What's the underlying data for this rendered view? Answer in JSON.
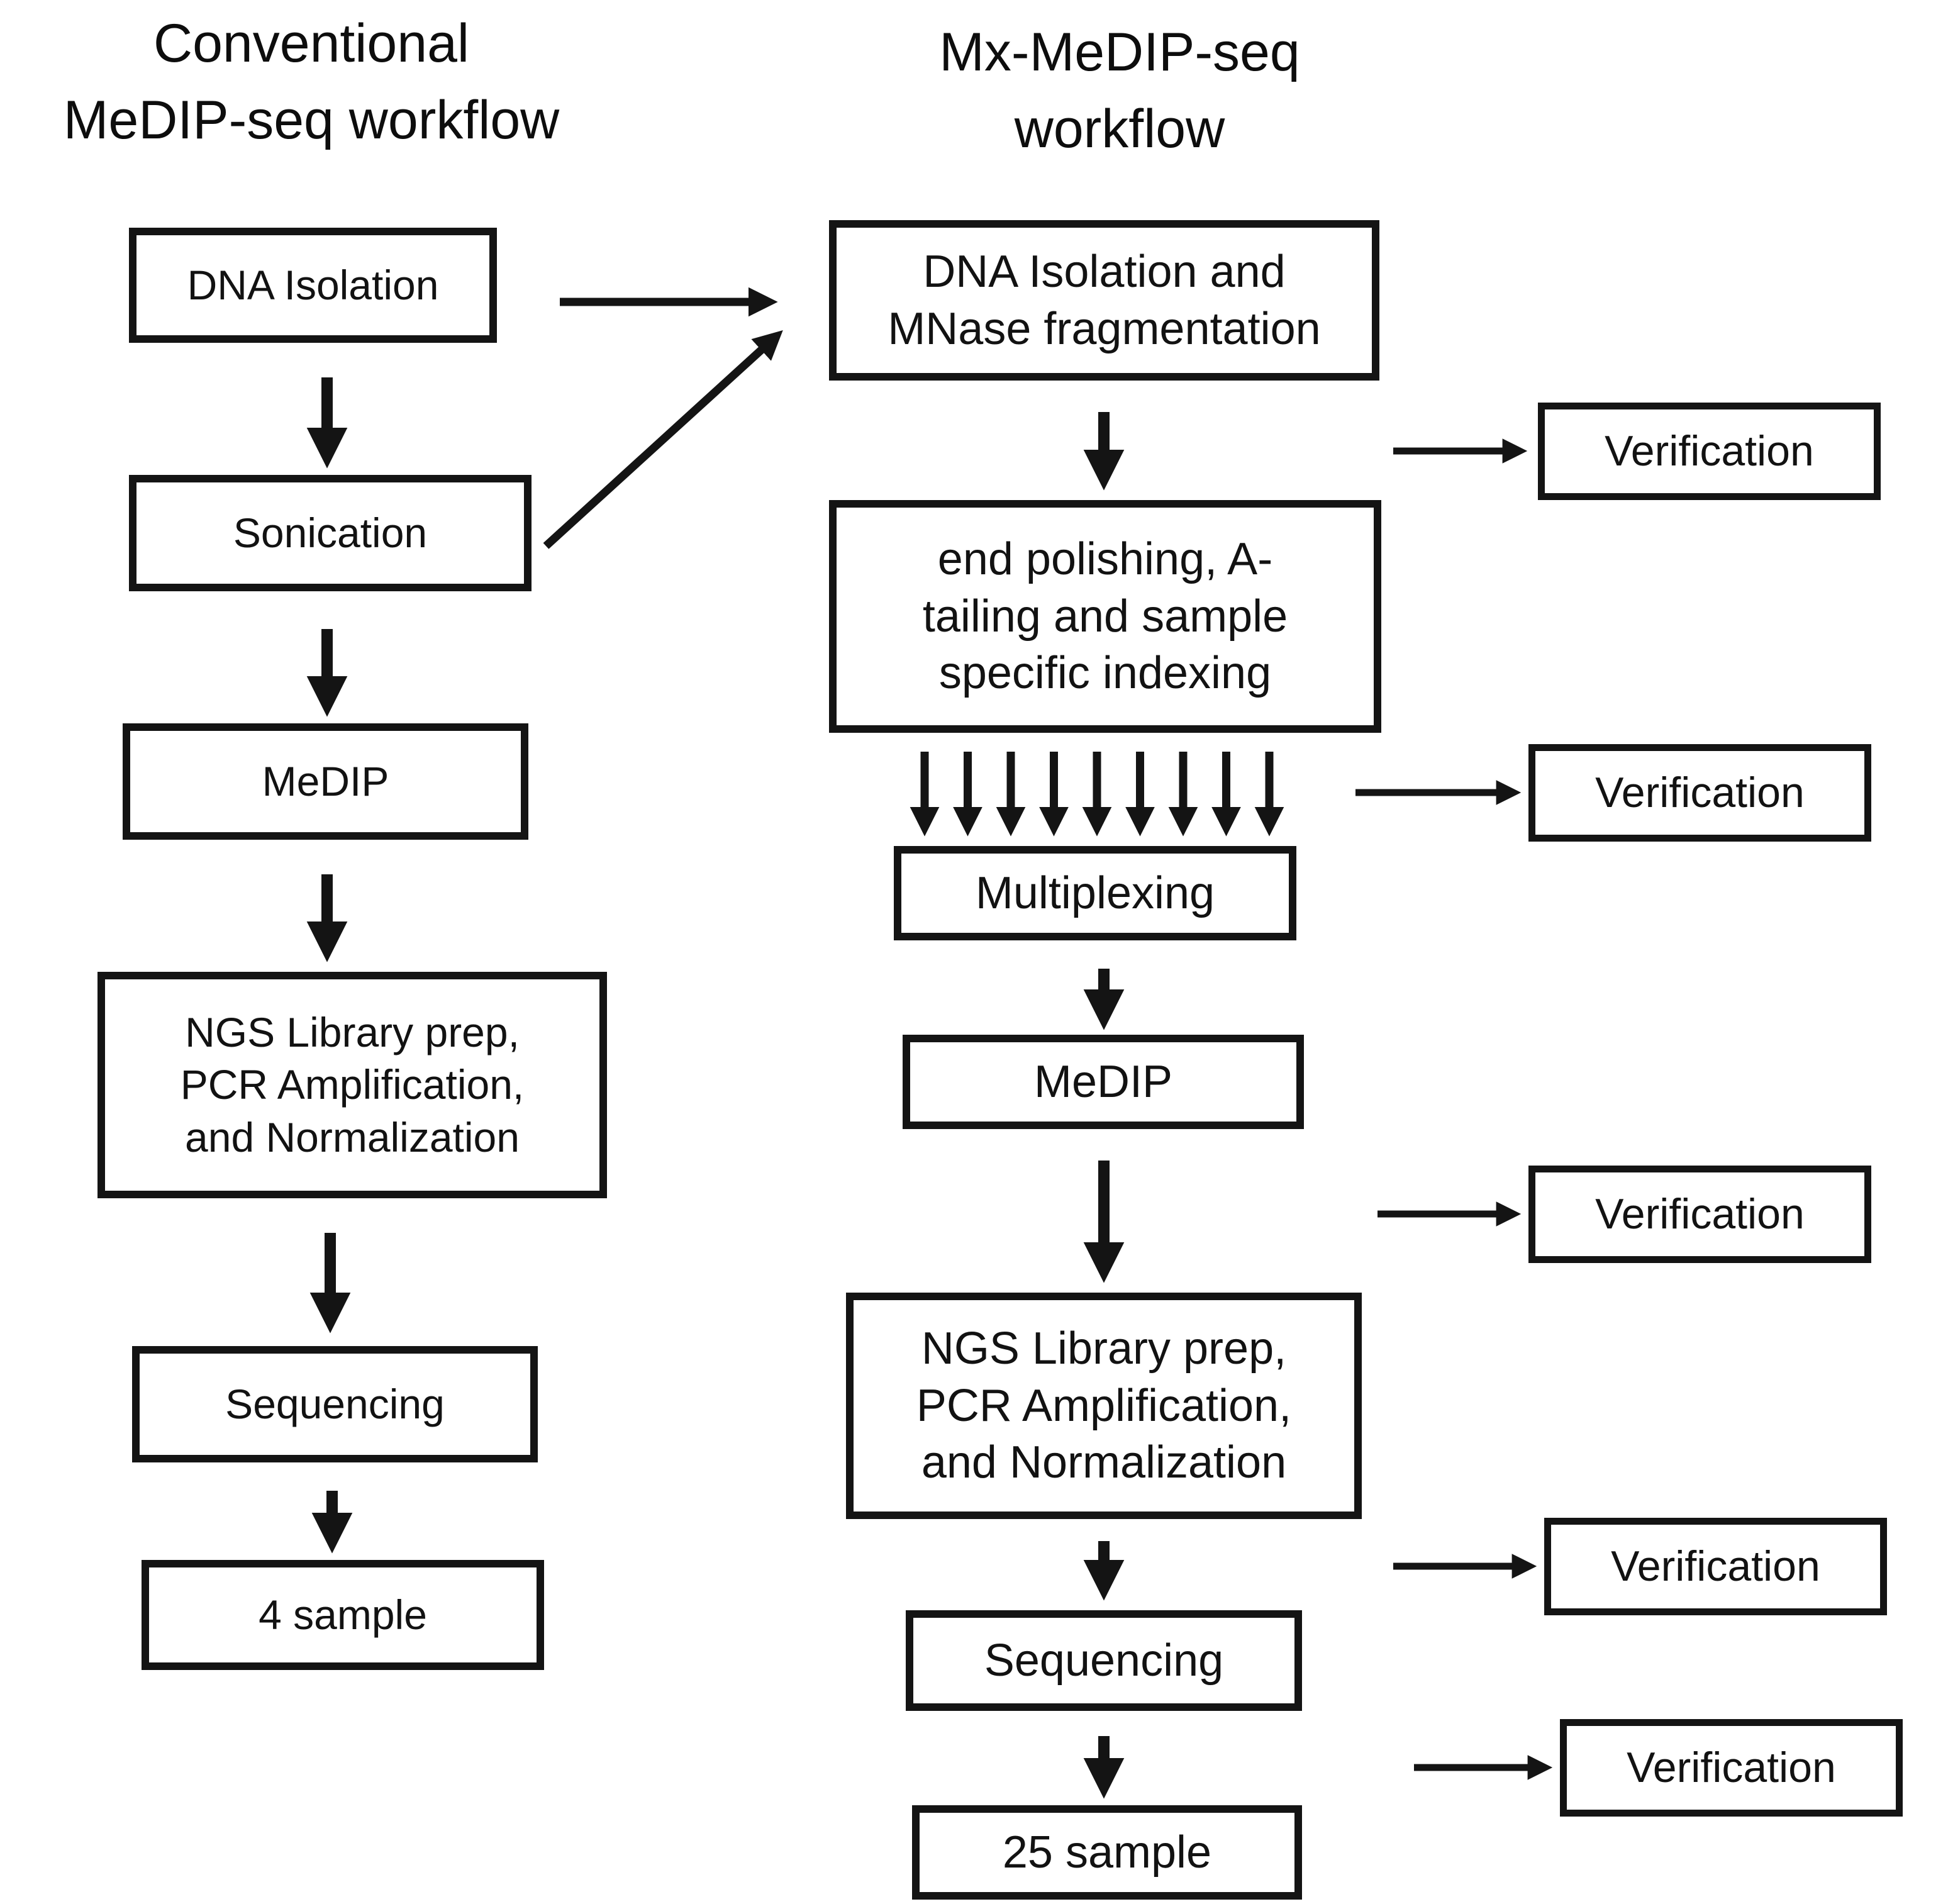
{
  "diagram_title": "MeDIP-seq workflow comparison flowchart",
  "left_column": {
    "title": "Conventional\nMeDIP-seq workflow",
    "boxes": [
      {
        "label": "DNA Isolation"
      },
      {
        "label": "Sonication"
      },
      {
        "label": "MeDIP"
      },
      {
        "label": "NGS Library prep,\nPCR Amplification,\nand Normalization"
      },
      {
        "label": "Sequencing"
      },
      {
        "label": "4 sample"
      }
    ]
  },
  "right_column": {
    "title": "Mx-MeDIP-seq\nworkflow",
    "multiplex_arrow_count": 9,
    "boxes": [
      {
        "label": "DNA Isolation and\nMNase fragmentation"
      },
      {
        "label": "end polishing, A-\ntailing and sample\nspecific indexing"
      },
      {
        "label": "Multiplexing"
      },
      {
        "label": "MeDIP"
      },
      {
        "label": "NGS Library prep,\nPCR Amplification,\nand Normalization"
      },
      {
        "label": "Sequencing"
      },
      {
        "label": "25 sample"
      }
    ]
  },
  "verification_column": {
    "boxes": [
      {
        "label": "Verification"
      },
      {
        "label": "Verification"
      },
      {
        "label": "Verification"
      },
      {
        "label": "Verification"
      },
      {
        "label": "Verification"
      }
    ]
  },
  "style": {
    "line_color": "#141414",
    "box_border_color": "#141414",
    "background_color": "#ffffff"
  }
}
